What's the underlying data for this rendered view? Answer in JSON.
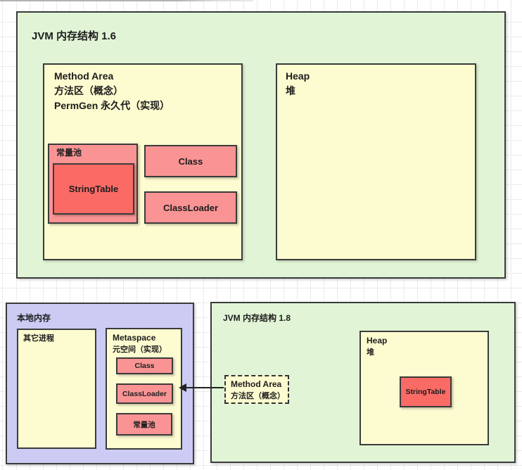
{
  "diagram": {
    "jvm16": {
      "title": "JVM 内存结构 1.6",
      "method_area": {
        "line1": "Method Area",
        "line2": "方法区（概念）",
        "line3": "PermGen 永久代（实现）",
        "constant_pool_label": "常量池",
        "string_table_label": "StringTable",
        "class_label": "Class",
        "classloader_label": "ClassLoader"
      },
      "heap": {
        "line1": "Heap",
        "line2": "堆"
      }
    },
    "native_memory": {
      "title": "本地内存",
      "other_process_label": "其它进程",
      "metaspace": {
        "line1": "Metaspace",
        "line2": "元空间（实现）",
        "items": [
          "Class",
          "ClassLoader",
          "常量池"
        ]
      }
    },
    "jvm18": {
      "title": "JVM 内存结构 1.8",
      "method_area": {
        "line1": "Method Area",
        "line2": "方法区（概念）"
      },
      "heap": {
        "line1": "Heap",
        "line2": "堆",
        "string_table_label": "StringTable"
      }
    },
    "colors": {
      "section_green": "#e1f5d6",
      "block_yellow": "#fdfbd0",
      "native_purple": "#cbcbf4",
      "pink": "#fa9494",
      "red": "#fa6b66",
      "border": "#3b3b3b"
    }
  }
}
